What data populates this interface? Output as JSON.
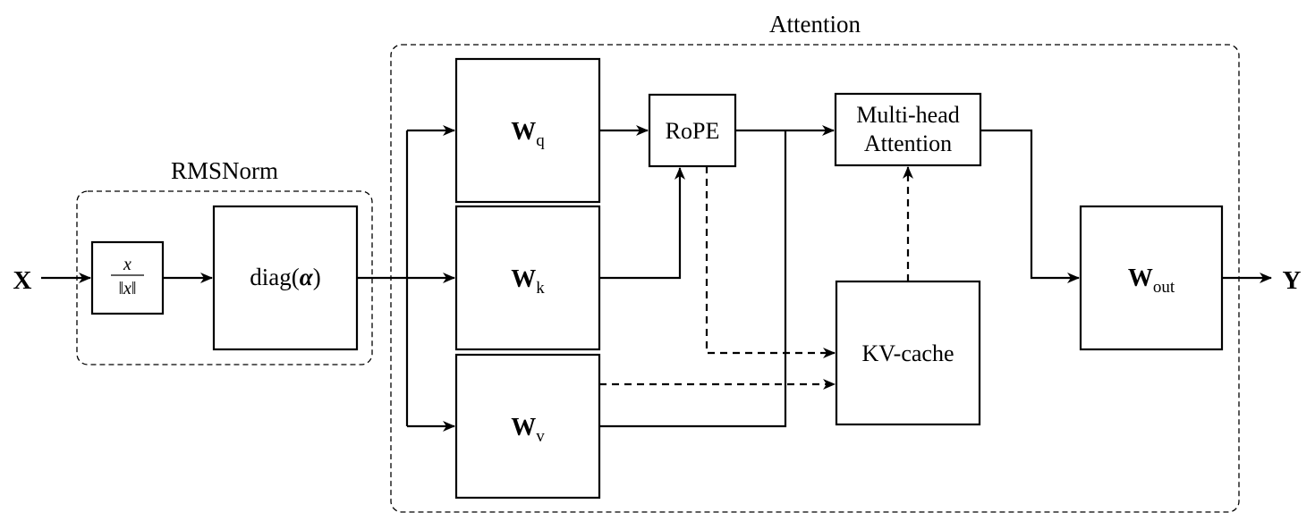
{
  "groups": {
    "rmsnorm": "RMSNorm",
    "attention": "Attention"
  },
  "io": {
    "input": "X",
    "output": "Y"
  },
  "blocks": {
    "norm_num": "x",
    "norm_den": "‖x‖",
    "diag_prefix": "diag(",
    "diag_symbol": "α",
    "diag_suffix": ")",
    "wq_main": "W",
    "wq_sub": "q",
    "wk_main": "W",
    "wk_sub": "k",
    "wv_main": "W",
    "wv_sub": "v",
    "rope": "RoPE",
    "mha_line1": "Multi-head",
    "mha_line2": "Attention",
    "kv_cache": "KV-cache",
    "wout_main": "W",
    "wout_sub": "out"
  },
  "colors": {
    "stroke": "#000000",
    "background": "#ffffff"
  }
}
